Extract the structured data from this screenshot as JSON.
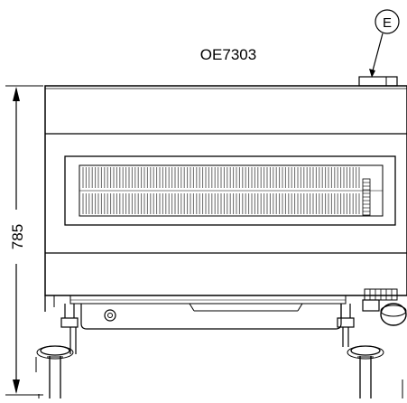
{
  "diagram": {
    "model_label": "OE7303",
    "callout_label": "E",
    "dimension_label": "785"
  },
  "colors": {
    "line": "#000000",
    "background": "#ffffff",
    "grille": "#666666"
  }
}
